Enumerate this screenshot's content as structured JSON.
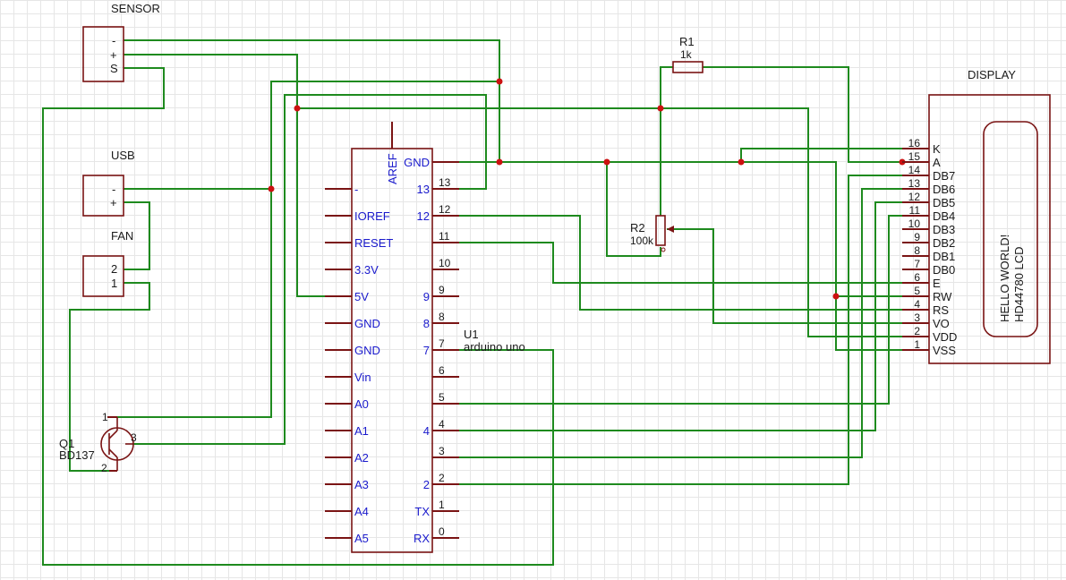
{
  "sensor": {
    "title": "SENSOR",
    "pins": [
      "-",
      "+",
      "S"
    ]
  },
  "usb": {
    "title": "USB",
    "pins": [
      "-",
      "+"
    ]
  },
  "fan": {
    "title": "FAN",
    "pins": [
      "2",
      "1"
    ]
  },
  "q1": {
    "ref": "Q1",
    "value": "BD137",
    "pins": [
      "1",
      "2",
      "3"
    ]
  },
  "r1": {
    "ref": "R1",
    "value": "1k"
  },
  "r2": {
    "ref": "R2",
    "value": "100k"
  },
  "u1": {
    "ref": "U1",
    "value": "arduino uno",
    "aref": "AREF",
    "left_pins": [
      "-",
      "IOREF",
      "RESET",
      "3.3V",
      "5V",
      "GND",
      "GND",
      "Vin",
      "A0",
      "A1",
      "A2",
      "A3",
      "A4",
      "A5"
    ],
    "right_names": [
      "GND",
      "13",
      "12",
      "",
      "",
      "9",
      "8",
      "7",
      "",
      "",
      "4",
      "",
      "2",
      "TX",
      "RX"
    ],
    "right_nums": [
      "",
      "13",
      "12",
      "11",
      "10",
      "9",
      "8",
      "7",
      "6",
      "5",
      "4",
      "3",
      "2",
      "1",
      "0"
    ]
  },
  "display": {
    "title": "DISPLAY",
    "text_line1": "HELLO WORLD!",
    "text_line2": "HD44780 LCD",
    "pin_nums": [
      "16",
      "15",
      "14",
      "13",
      "12",
      "11",
      "10",
      "9",
      "8",
      "7",
      "6",
      "5",
      "4",
      "3",
      "2",
      "1"
    ],
    "pin_names": [
      "K",
      "A",
      "DB7",
      "DB6",
      "DB5",
      "DB4",
      "DB3",
      "DB2",
      "DB1",
      "DB0",
      "E",
      "RW",
      "RS",
      "VO",
      "VDD",
      "VSS"
    ]
  },
  "colors": {
    "wire": "#1e8a1e",
    "component": "#7a1414",
    "junction": "#cc1111",
    "pin_label": "#1a1acc"
  }
}
